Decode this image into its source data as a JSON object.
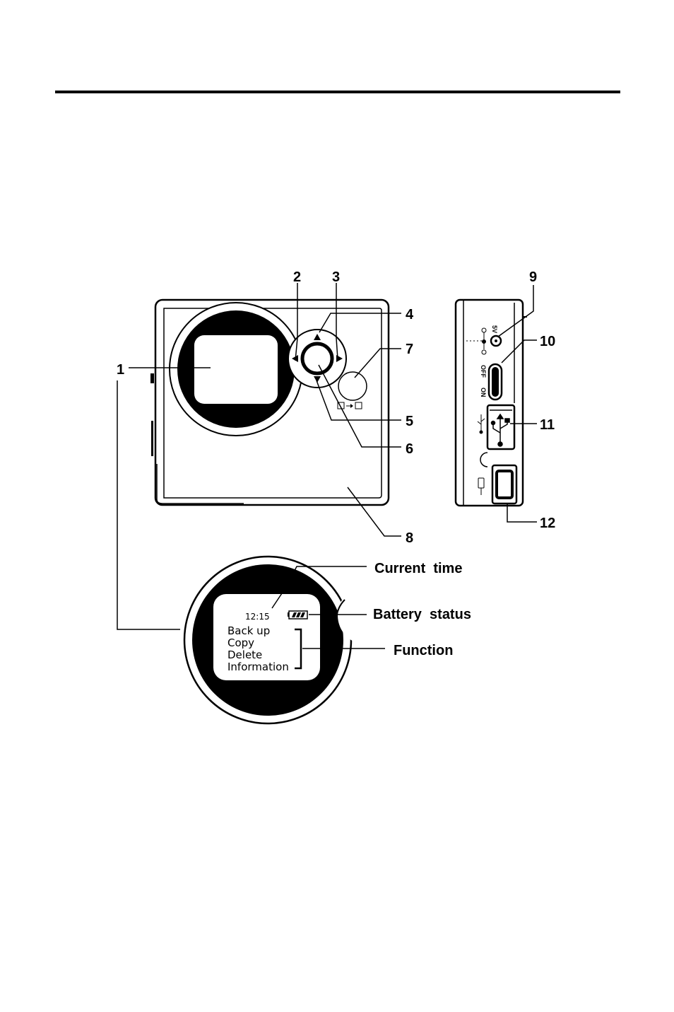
{
  "callouts": {
    "n1": "1",
    "n2": "2",
    "n3": "3",
    "n4": "4",
    "n5": "5",
    "n6": "6",
    "n7": "7",
    "n8": "8",
    "n9": "9",
    "n10": "10",
    "n11": "11",
    "n12": "12"
  },
  "zoom_labels": {
    "current_time": "Current  time",
    "battery_status": "Battery  status",
    "function": "Function"
  },
  "lcd": {
    "time": "12:15",
    "menu": [
      "Back up",
      "Copy",
      "Delete",
      "Information"
    ]
  },
  "side_panel": {
    "voltage_label": "5V",
    "off_label": "OFF",
    "on_label": "ON"
  }
}
